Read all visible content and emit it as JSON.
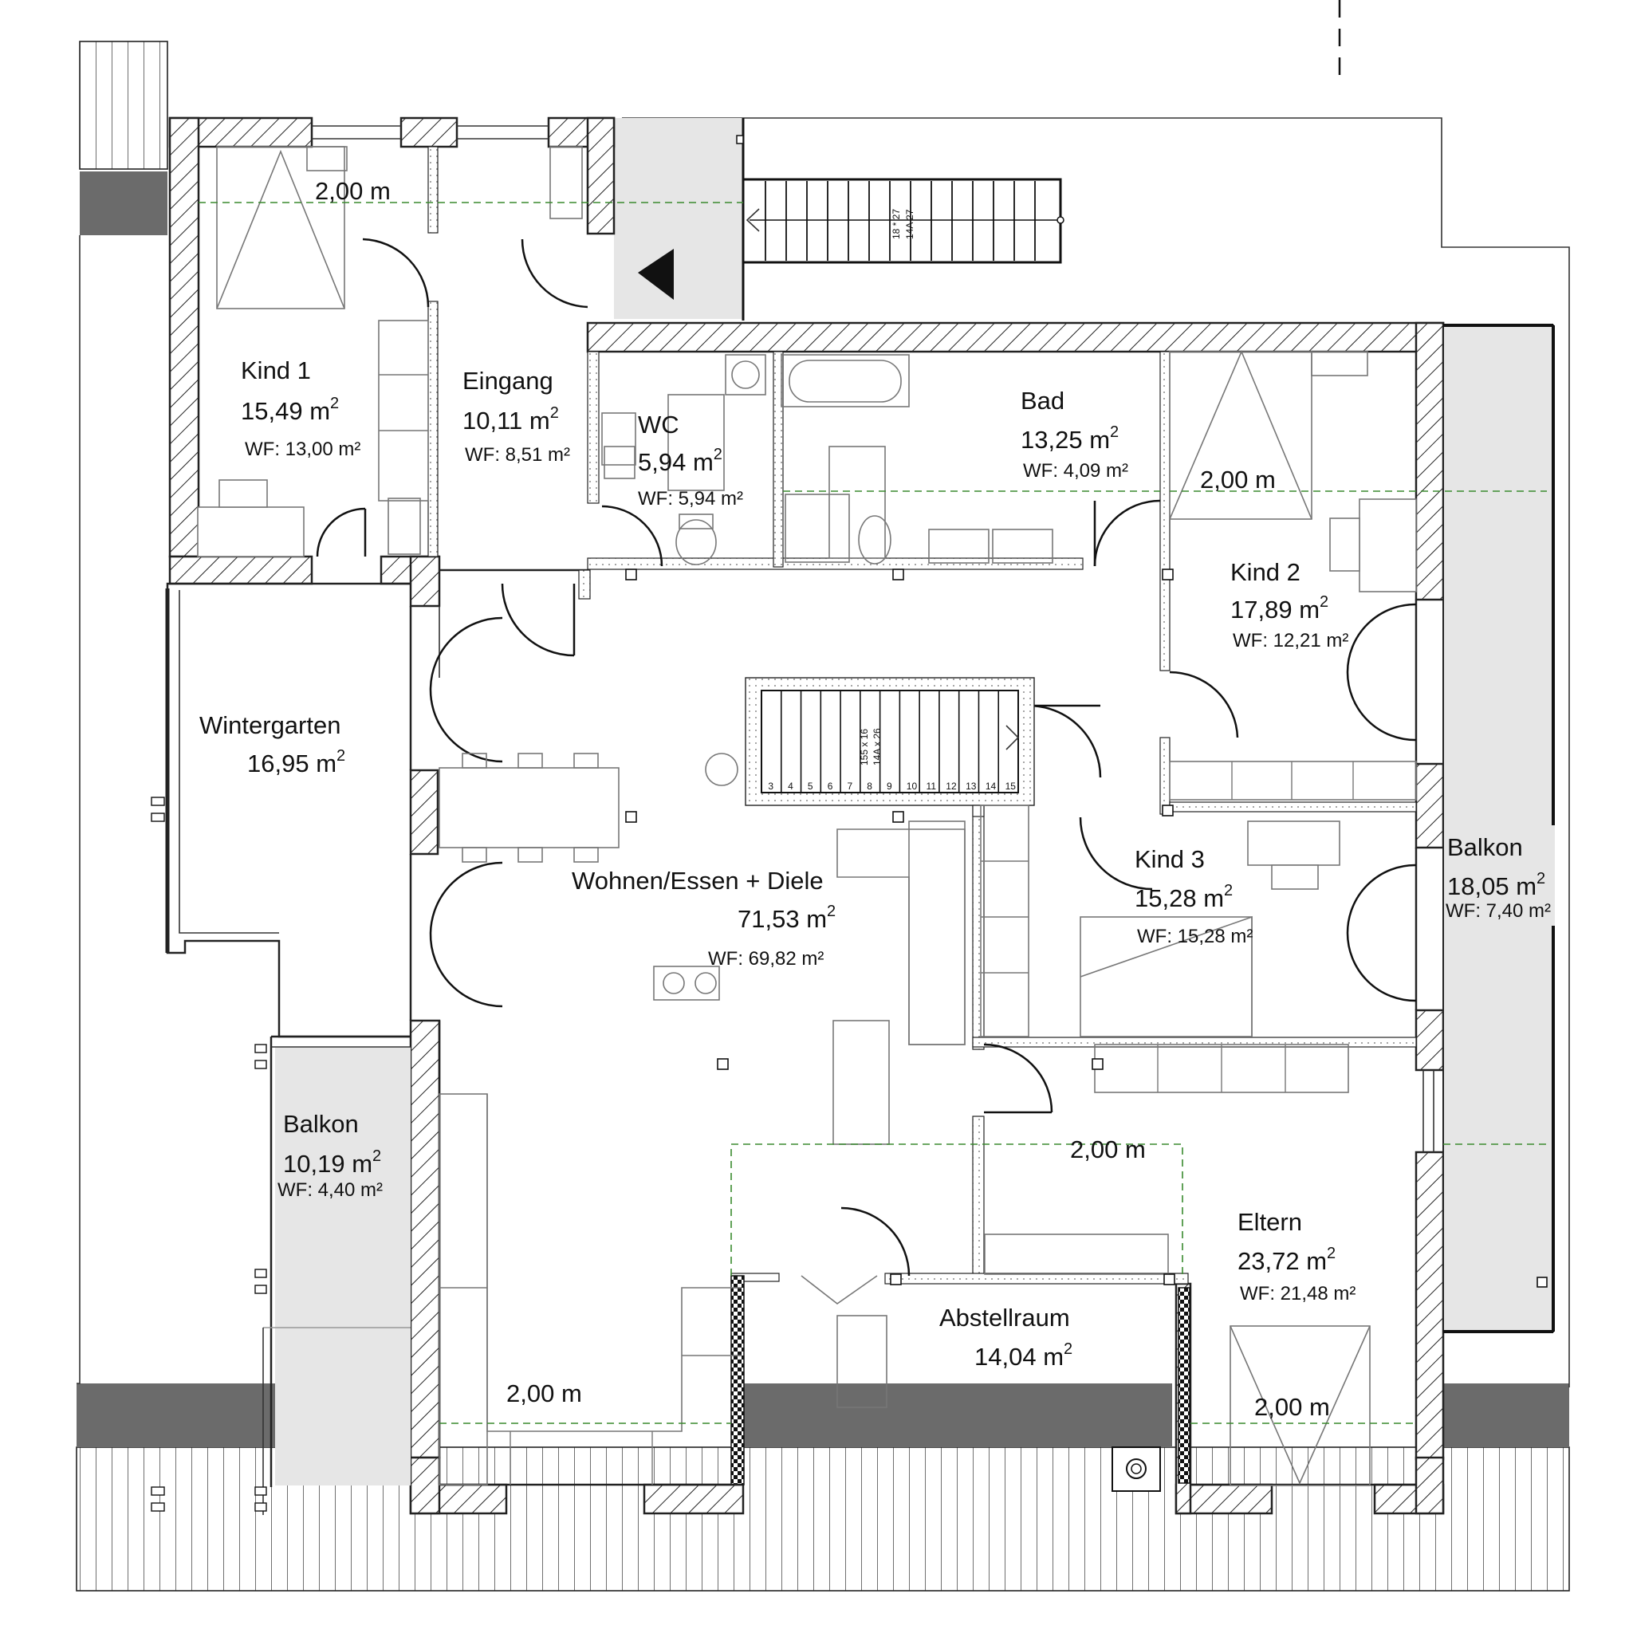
{
  "rooms": {
    "kind1": {
      "name": "Kind 1",
      "area": "15,49 m",
      "wf": "WF: 13,00 m²"
    },
    "eingang": {
      "name": "Eingang",
      "area": "10,11 m",
      "wf": "WF: 8,51 m²"
    },
    "wc": {
      "name": "WC",
      "area": "5,94 m",
      "wf": "WF: 5,94 m²"
    },
    "bad": {
      "name": "Bad",
      "area": "13,25 m",
      "wf": "WF: 4,09 m²"
    },
    "kind2": {
      "name": "Kind 2",
      "area": "17,89 m",
      "wf": "WF: 12,21 m²"
    },
    "wintergarten": {
      "name": "Wintergarten",
      "area": "16,95 m"
    },
    "wohnen": {
      "name": "Wohnen/Essen + Diele",
      "area": "71,53 m",
      "wf": "WF: 69,82 m²"
    },
    "kind3": {
      "name": "Kind 3",
      "area": "15,28 m",
      "wf": "WF: 15,28 m²"
    },
    "balkon_right": {
      "name": "Balkon",
      "area": "18,05 m",
      "wf": "WF: 7,40 m²"
    },
    "balkon_left": {
      "name": "Balkon",
      "area": "10,19 m",
      "wf": "WF: 4,40 m²"
    },
    "eltern": {
      "name": "Eltern",
      "area": "23,72 m",
      "wf": "WF: 21,48 m²"
    },
    "abstellraum": {
      "name": "Abstellraum",
      "area": "14,04 m"
    }
  },
  "superscript": "2",
  "dimensions": {
    "kind1": "2,00 m",
    "kind2": "2,00 m",
    "abstell": "2,00 m",
    "wohnen_bottom": "2,00 m",
    "eltern_bottom": "2,00 m"
  },
  "stairs_outside": {
    "note1": "18 * 27",
    "note2": "14A 27"
  },
  "stairs_inside": {
    "note1": "155 x 16",
    "note2": "14A x 26",
    "steps": [
      "3",
      "4",
      "5",
      "6",
      "7",
      "8",
      "9",
      "10",
      "11",
      "12",
      "13",
      "14",
      "15"
    ]
  }
}
